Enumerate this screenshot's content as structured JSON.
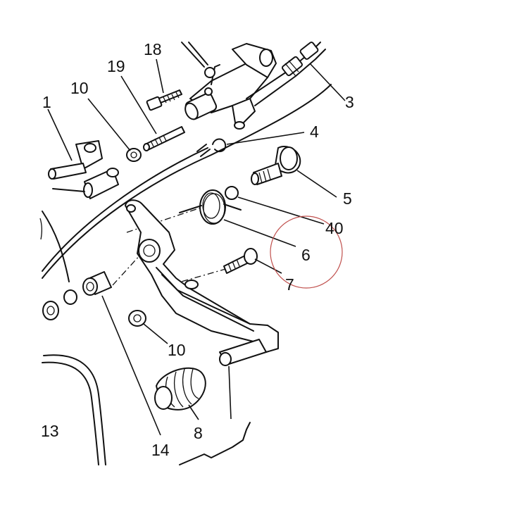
{
  "diagram": {
    "part_labels": {
      "p1": "1",
      "p3": "3",
      "p4": "4",
      "p5": "5",
      "p6": "6",
      "p7": "7",
      "p8": "8",
      "p10a": "10",
      "p10b": "10",
      "p13": "13",
      "p14": "14",
      "p18": "18",
      "p19": "19",
      "p40": "40"
    },
    "highlight_color": "#c0504d"
  }
}
